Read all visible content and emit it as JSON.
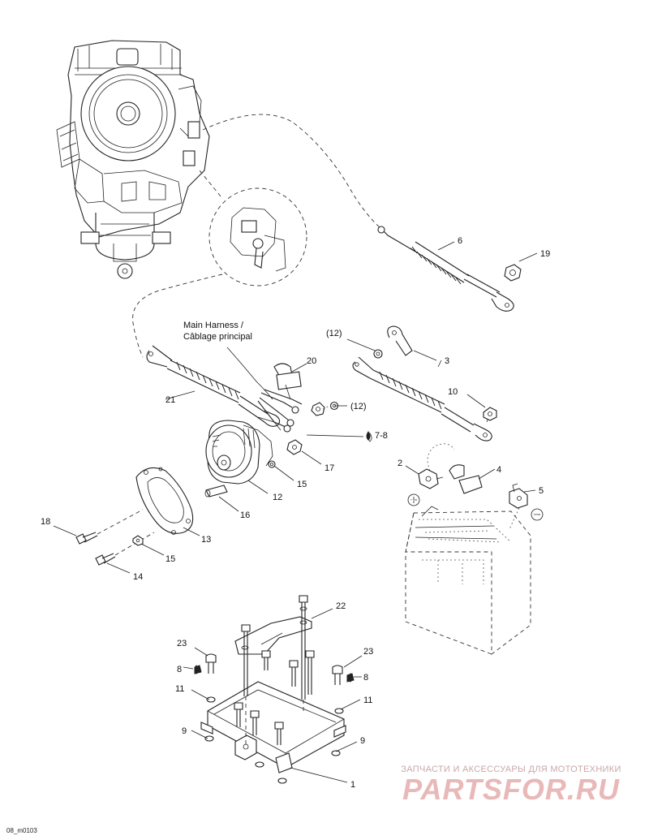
{
  "labels": {
    "p1": "1",
    "p2": "2",
    "p3": "3",
    "p4": "4",
    "p5": "5",
    "p6": "6",
    "p7_8": "7-8",
    "p8_left": "8",
    "p8_right": "8",
    "p9_left": "9",
    "p9_right": "9",
    "p10": "10",
    "p11_left": "11",
    "p11_right": "11",
    "p12": "12",
    "p12_a": "(12)",
    "p12_b": "(12)",
    "p13": "13",
    "p14": "14",
    "p15_a": "15",
    "p15_b": "15",
    "p16": "16",
    "p17": "17",
    "p18": "18",
    "p19": "19",
    "p20": "20",
    "p21": "21",
    "p22": "22",
    "p23_left": "23",
    "p23_right": "23"
  },
  "harness_note": {
    "line1": "Main Harness /",
    "line2": "Câblage principal"
  },
  "polarity": {
    "positive": "+",
    "negative": "−"
  },
  "drawing_code": "08_m0103",
  "watermark": {
    "tagline": "ЗАПЧАСТИ И АКСЕССУАРЫ ДЛЯ МОТОТЕХНИКИ",
    "logo": "PARTSFOR.RU"
  }
}
